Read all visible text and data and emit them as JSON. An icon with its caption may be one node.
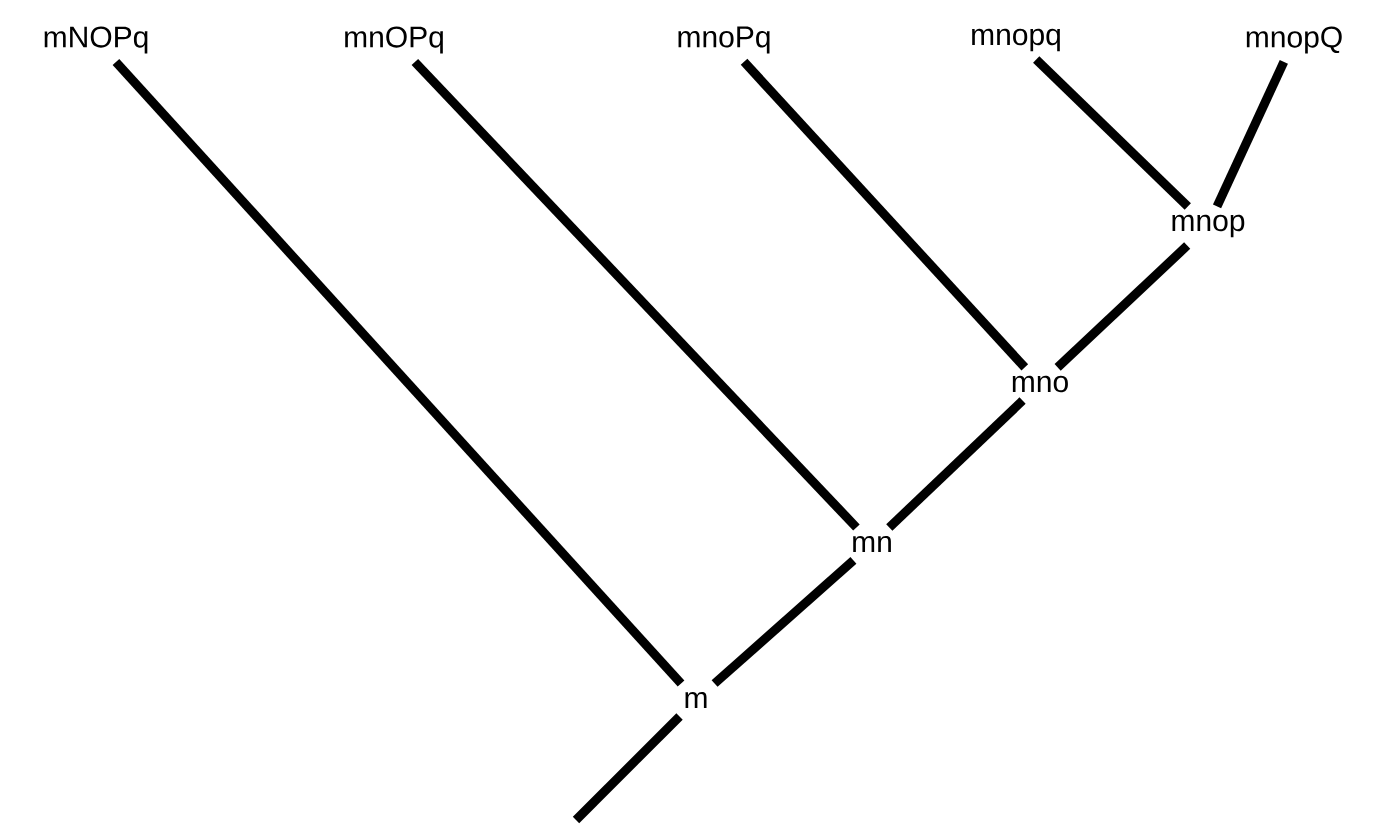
{
  "diagram": {
    "nodes": [
      {
        "text": [
          "mNOPq"
        ]
      },
      {
        "text": [
          "mnOPq"
        ]
      },
      {
        "text": [
          "mnoPq"
        ]
      },
      {
        "text": [
          "mnopq"
        ]
      },
      {
        "text": [
          "mnopQ"
        ]
      },
      {
        "text": [
          "mnop"
        ]
      },
      {
        "text": [
          "mno"
        ]
      },
      {
        "text": [
          "mn"
        ]
      },
      {
        "text": [
          "m"
        ]
      }
    ],
    "edges": [
      {
        "from": null,
        "to": 8,
        "arrow": "none"
      },
      {
        "from": 8,
        "to": 0,
        "arrow": "none"
      },
      {
        "from": 8,
        "to": 7,
        "arrow": "none"
      },
      {
        "from": 7,
        "to": 1,
        "arrow": "none"
      },
      {
        "from": 7,
        "to": 6,
        "arrow": "none"
      },
      {
        "from": 6,
        "to": 2,
        "arrow": "none"
      },
      {
        "from": 6,
        "to": 5,
        "arrow": "none"
      },
      {
        "from": 5,
        "to": 3,
        "arrow": "none"
      },
      {
        "from": 5,
        "to": 4,
        "arrow": "none"
      }
    ]
  }
}
